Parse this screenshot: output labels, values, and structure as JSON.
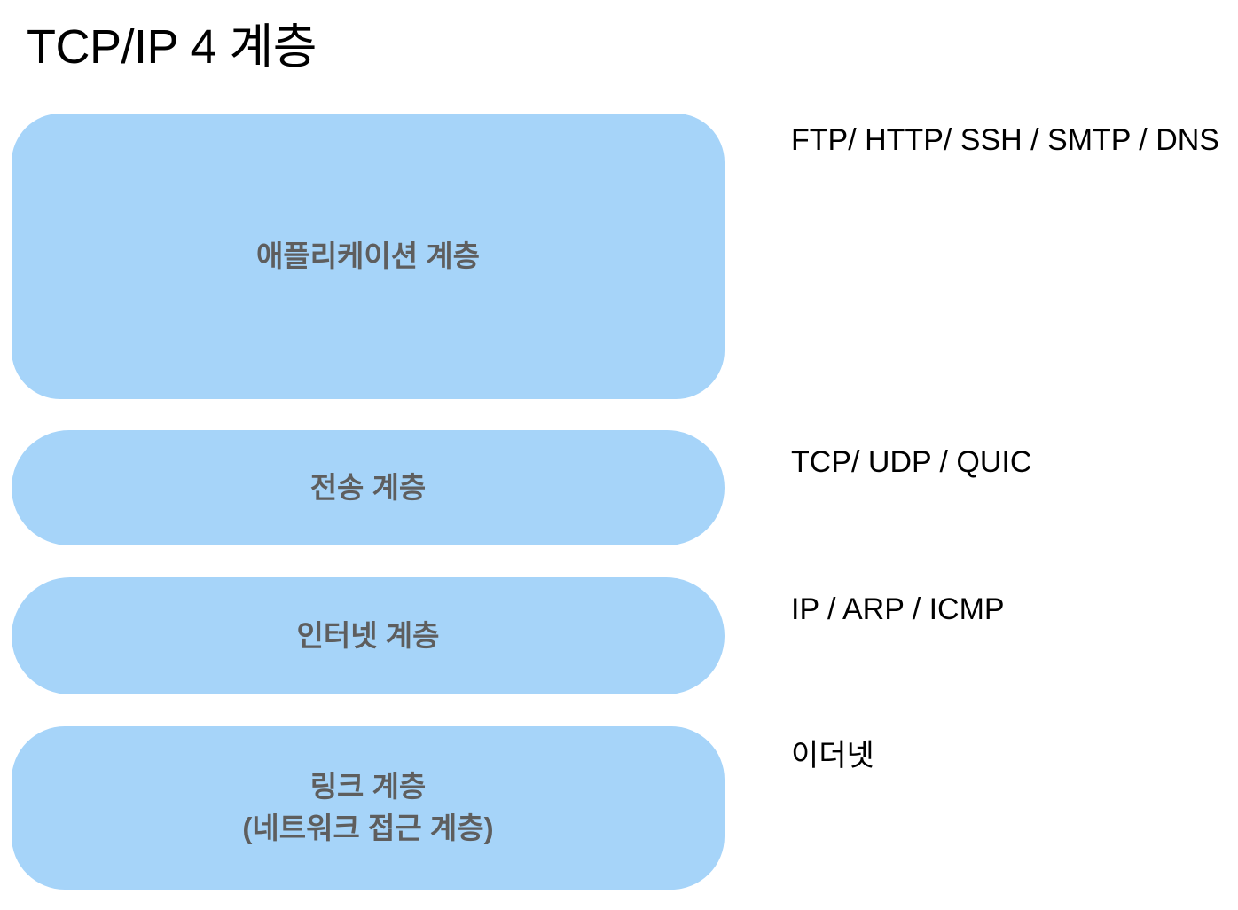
{
  "title": "TCP/IP 4 계층",
  "colors": {
    "background": "#FFFFFF",
    "box_fill": "#A6D4F9",
    "box_label_text": "#5E5E5E",
    "annotation_text": "#000000"
  },
  "layers": [
    {
      "id": "application",
      "label": "애플리케이션 계층",
      "label_line2": "",
      "annotation": "FTP/ HTTP/ SSH / SMTP / DNS"
    },
    {
      "id": "transport",
      "label": "전송 계층",
      "label_line2": "",
      "annotation": "TCP/ UDP / QUIC"
    },
    {
      "id": "internet",
      "label": "인터넷 계층",
      "label_line2": "",
      "annotation": "IP / ARP / ICMP"
    },
    {
      "id": "link",
      "label": "링크 계층",
      "label_line2": "(네트워크 접근 계층)",
      "annotation": "이더넷"
    }
  ]
}
